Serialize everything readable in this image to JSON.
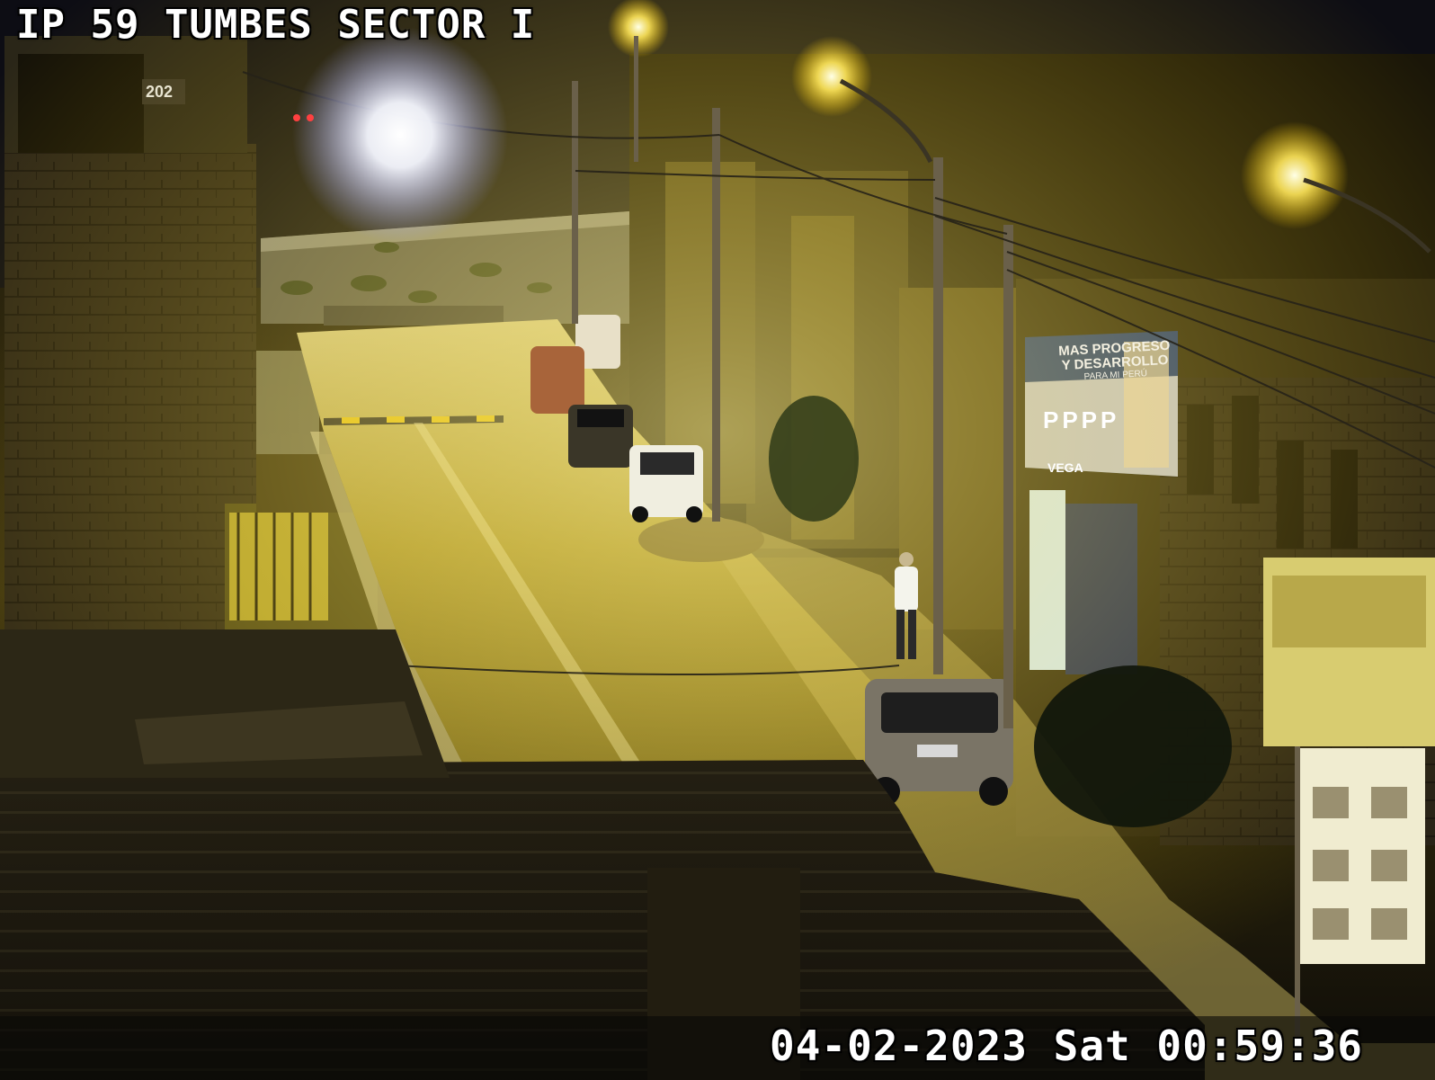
{
  "camera": {
    "title": "IP 59 TUMBES SECTOR I",
    "timestamp": "04-02-2023 Sat 00:59:36"
  },
  "scene": {
    "house_number": "202",
    "billboard": {
      "line1": "MAS PROGRESO",
      "line2": "Y DESARROLLO",
      "line3": "PARA MI PERÚ",
      "party": "PPPP",
      "candidate": "VEGA"
    }
  },
  "colors": {
    "osd_text": "#ffffff",
    "street_light": "#fff6a0",
    "sodium_glow": "#ffd21a",
    "asphalt": "#8a7d36",
    "night_sky": "#0b0b12"
  }
}
